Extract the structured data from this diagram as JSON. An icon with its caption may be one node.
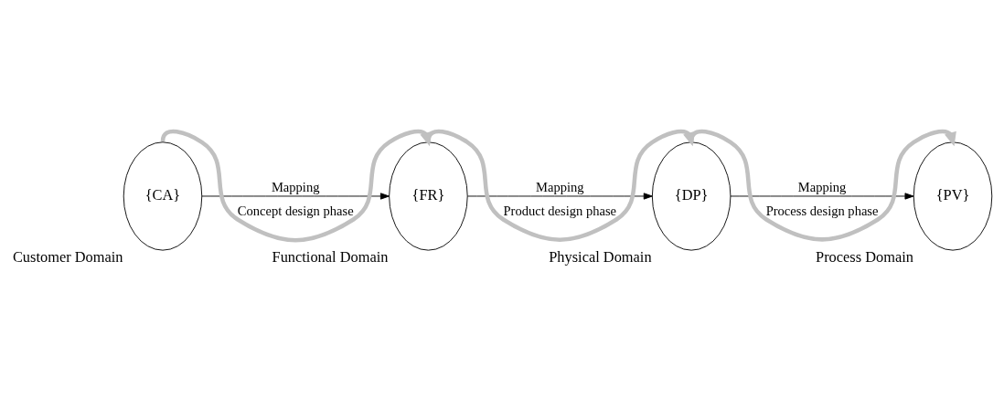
{
  "diagram": {
    "nodes": [
      {
        "text": [
          "{CA}"
        ],
        "beside": [
          "Customer Domain"
        ]
      },
      {
        "text": [
          "{FR}"
        ],
        "beside": [
          "Functional Domain"
        ]
      },
      {
        "text": [
          "{DP}"
        ],
        "beside": [
          "Physical Domain"
        ]
      },
      {
        "text": [
          "{PV}"
        ],
        "beside": [
          "Process Domain"
        ]
      }
    ],
    "edges": [
      {
        "from": 0,
        "to": 1,
        "arrow": "to",
        "label": "Mapping"
      },
      {
        "from": 1,
        "to": 2,
        "arrow": "to",
        "label": "Mapping"
      },
      {
        "from": 2,
        "to": 3,
        "arrow": "to",
        "label": "Mapping"
      },
      {
        "from": 0,
        "to": 1,
        "arrow": "to",
        "label": "Concept design phase",
        "style": "thick",
        "color": "#c0c0c0"
      },
      {
        "from": 1,
        "to": 2,
        "arrow": "to",
        "label": "Product design phase",
        "style": "thick",
        "color": "#c0c0c0"
      },
      {
        "from": 2,
        "to": 3,
        "arrow": "to",
        "label": "Process design phase",
        "style": "thick",
        "color": "#c0c0c0"
      }
    ]
  }
}
